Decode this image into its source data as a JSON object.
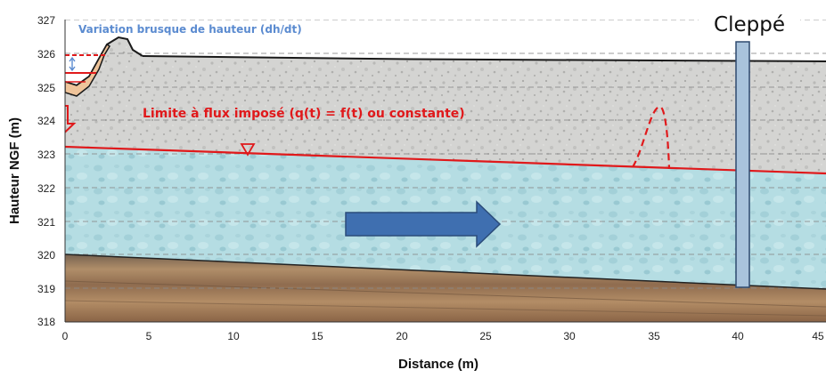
{
  "diagram": {
    "y_axis_title": "Hauteur NGF (m)",
    "x_axis_title": "Distance (m)",
    "y_ticks": [
      "327",
      "326",
      "325",
      "324",
      "323",
      "322",
      "321",
      "320",
      "319",
      "318"
    ],
    "x_ticks": [
      "0",
      "5",
      "10",
      "15",
      "20",
      "25",
      "30",
      "35",
      "40",
      "45"
    ],
    "note_dh_dt": "Variation brusque de hauteur (dh/dt)",
    "note_flux": "Limite à flux imposé (q(t) = f(t) ou constante)",
    "well_label": "Cleppé",
    "colors": {
      "unsaturated_zone": "#d2d2d0",
      "saturated_zone": "#b4dde3",
      "substratum": "#9a7352",
      "water_table": "#e0191b",
      "flow_arrow": "#3f6fb0",
      "well": "#a9c3dc",
      "bank_fill": "#efc49a",
      "note_blue": "#5b8bd0"
    },
    "icons": [
      "flow-arrow-icon",
      "water-table-triangle-icon",
      "down-arrow-icon"
    ]
  }
}
